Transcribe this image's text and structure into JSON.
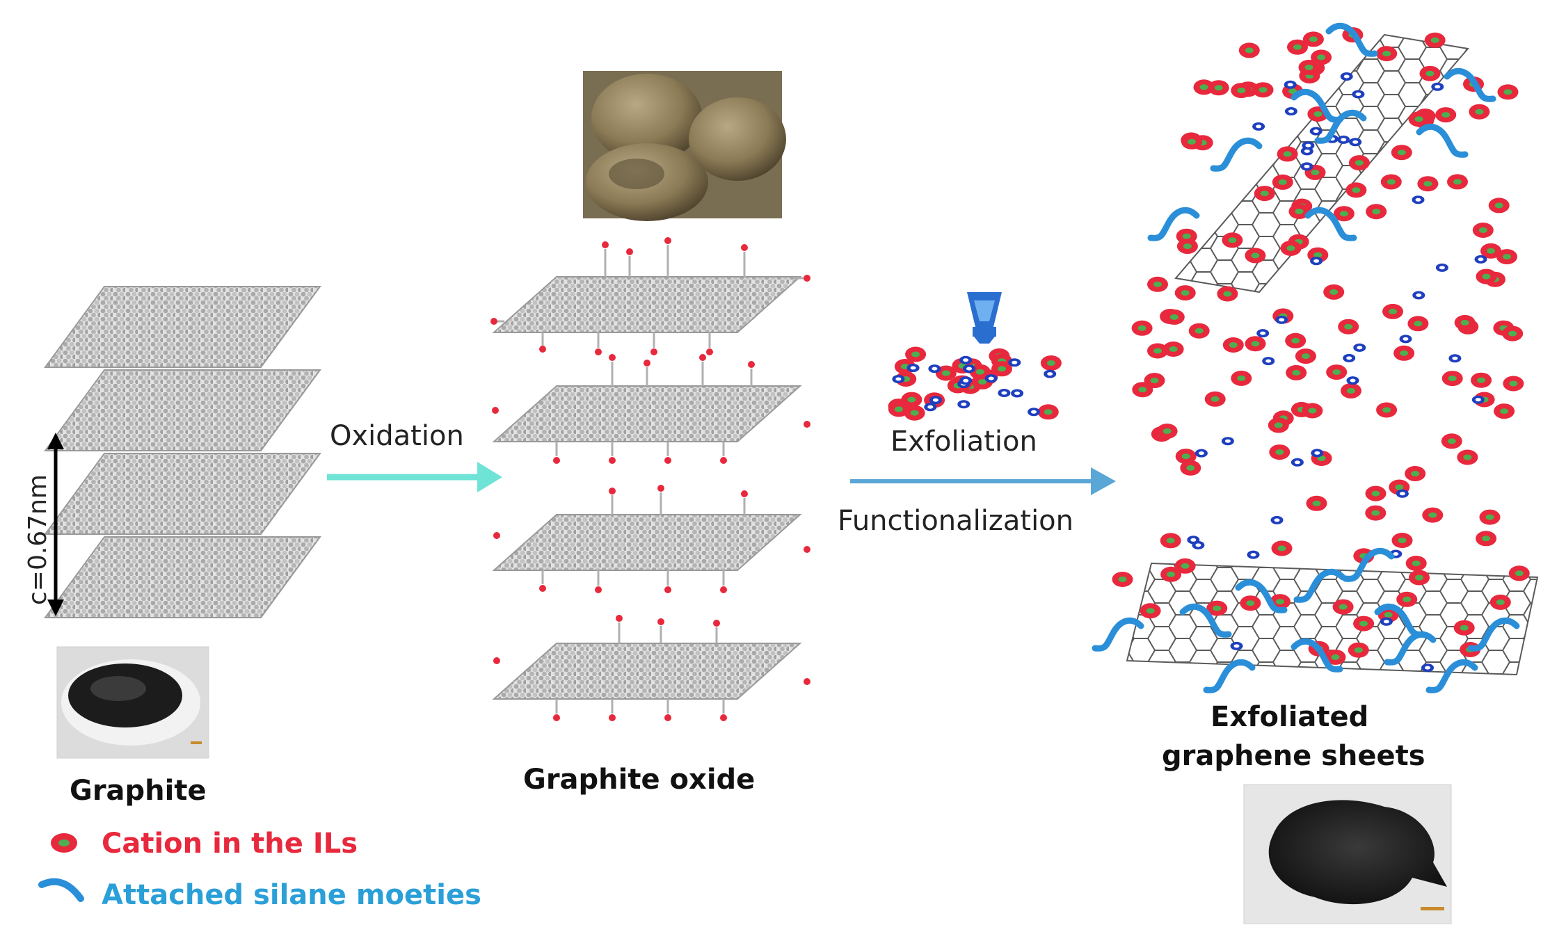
{
  "labels": {
    "graphite": "Graphite",
    "spacing": "c=0.67nm",
    "oxidation": "Oxidation",
    "graphite_oxide": "Graphite oxide",
    "exfoliation": "Exfoliation",
    "functionalization": "Functionalization",
    "exfoliated_line1": "Exfoliated",
    "exfoliated_line2": "graphene sheets"
  },
  "legend": {
    "cation": "Cation in the ILs",
    "silane": "Attached silane moeties"
  },
  "colors": {
    "cation_outer": "#e8283c",
    "cation_inner": "#4caf50",
    "anion": "#1e3fbf",
    "silane": "#2a8fd8",
    "oxidation_arrow": "#6fe3d6",
    "exfoliation_arrow": "#5aa6d6",
    "oxygen": "#e8283c",
    "carbon": "#b8b8b8"
  }
}
